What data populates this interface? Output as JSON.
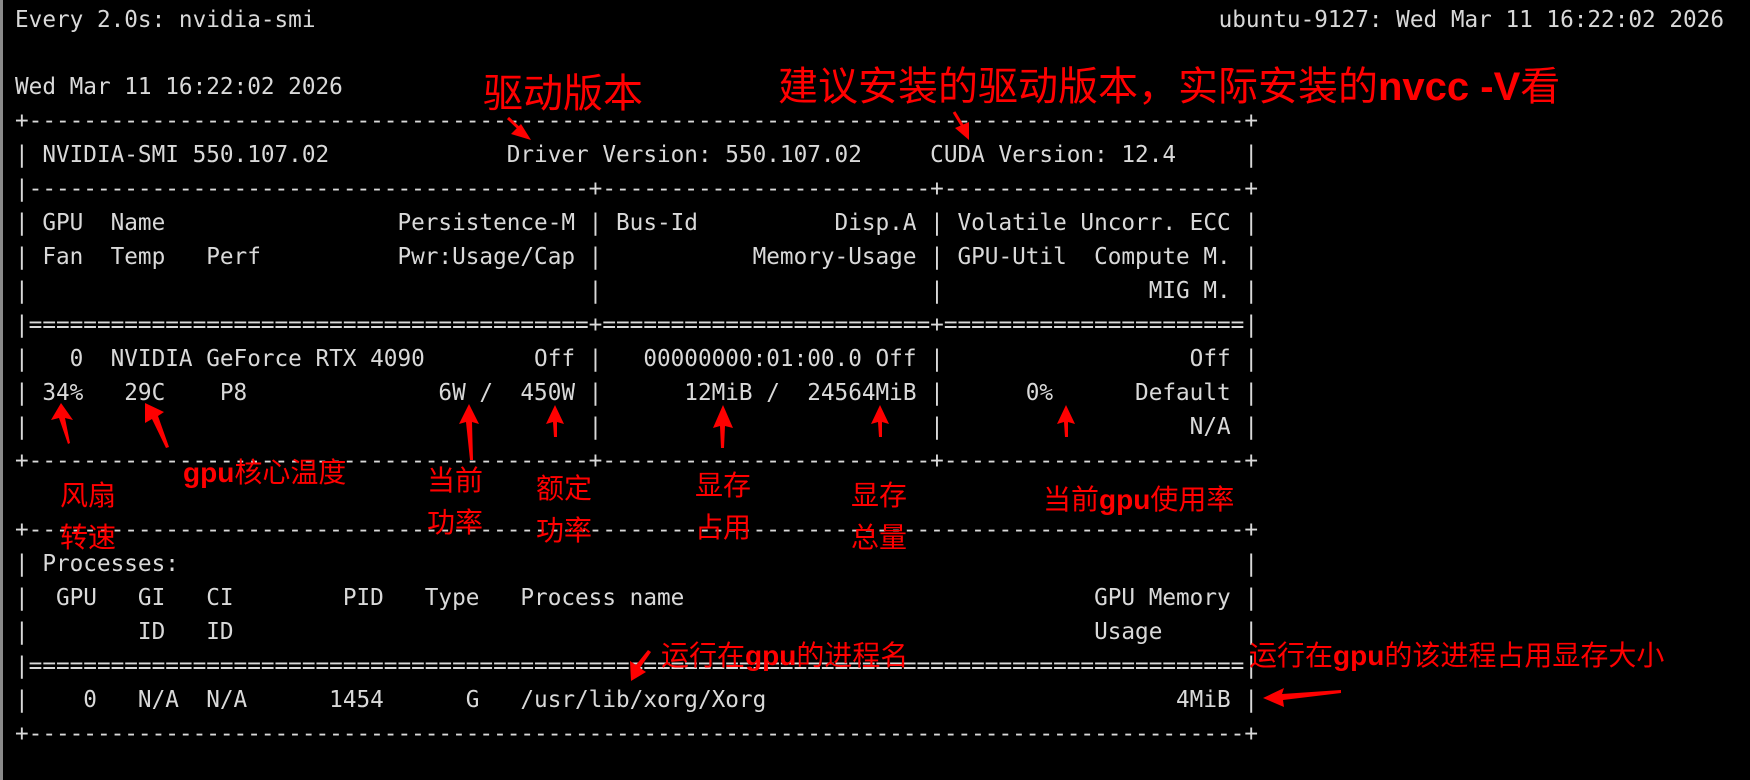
{
  "watch": {
    "command_label": "Every 2.0s: nvidia-smi",
    "host_time": "ubuntu-9127: Wed Mar 11 16:22:02 2026"
  },
  "smi": {
    "timestamp": "Wed Mar 11 16:22:02 2026",
    "lines": {
      "border_top": "+-----------------------------------------------------------------------------------------+",
      "version_row": "| NVIDIA-SMI 550.107.02             Driver Version: 550.107.02     CUDA Version: 12.4     |",
      "sep_header": "|-----------------------------------------+------------------------+----------------------+",
      "hdr1": "| GPU  Name                 Persistence-M | Bus-Id          Disp.A | Volatile Uncorr. ECC |",
      "hdr2": "| Fan  Temp   Perf          Pwr:Usage/Cap |           Memory-Usage | GPU-Util  Compute M. |",
      "hdr3": "|                                         |                        |               MIG M. |",
      "eq_sep": "|=========================================+========================+======================|",
      "gpu_row1": "|   0  NVIDIA GeForce RTX 4090        Off |   00000000:01:00.0 Off |                  Off |",
      "gpu_row2": "| 34%   29C    P8              6W /  450W |      12MiB /  24564MiB |      0%      Default |",
      "gpu_row3": "|                                         |                        |                  N/A |",
      "gpu_bottom": "+-----------------------------------------+------------------------+----------------------+",
      "proc_top": "+-----------------------------------------------------------------------------------------+",
      "proc_title": "| Processes:                                                                              |",
      "proc_hdr1": "|  GPU   GI   CI        PID   Type   Process name                              GPU Memory |",
      "proc_hdr2": "|        ID   ID                                                               Usage      |",
      "proc_eq": "|=========================================================================================|",
      "proc_row1": "|    0   N/A  N/A      1454      G   /usr/lib/xorg/Xorg                              4MiB |",
      "proc_bottom": "+-----------------------------------------------------------------------------------------+"
    },
    "values": {
      "nvidia_smi_version": "550.107.02",
      "driver_version": "550.107.02",
      "cuda_version": "12.4",
      "gpu_index": "0",
      "gpu_name": "NVIDIA GeForce RTX 4090",
      "persistence_mode": "Off",
      "bus_id": "00000000:01:00.0",
      "disp_a": "Off",
      "ecc": "Off",
      "fan": "34%",
      "temp": "29C",
      "perf": "P8",
      "power_usage": "6W",
      "power_cap": "450W",
      "memory_used": "12MiB",
      "memory_total": "24564MiB",
      "gpu_util": "0%",
      "compute_mode": "Default",
      "mig_mode": "N/A",
      "processes": [
        {
          "gpu": "0",
          "gi_id": "N/A",
          "ci_id": "N/A",
          "pid": "1454",
          "type": "G",
          "name": "/usr/lib/xorg/Xorg",
          "memory": "4MiB"
        }
      ]
    }
  },
  "annotations": {
    "accent_color": "#ff0000",
    "driver_version": "驱动版本",
    "cuda_prefix": "建议安装的驱动版本，实际安装的",
    "cuda_bold": "nvcc -V",
    "cuda_suffix": "看",
    "fan_line1": "风扇",
    "fan_line2": "转速",
    "temp_bold": "gpu",
    "temp_rest": "核心温度",
    "power_cur_line1": "当前",
    "power_cur_line2": "功率",
    "power_cap_line1": "额定",
    "power_cap_line2": "功率",
    "mem_used_line1": "显存",
    "mem_used_line2": "占用",
    "mem_total_line1": "显存",
    "mem_total_line2": "总量",
    "util_prefix": "当前",
    "util_bold": "gpu",
    "util_suffix": "使用率",
    "proc_name_prefix": "运行在",
    "proc_name_bold": "gpu",
    "proc_name_suffix": "的进程名",
    "proc_mem_prefix": "运行在",
    "proc_mem_bold": "gpu",
    "proc_mem_suffix": "的该进程占用显存大小"
  }
}
